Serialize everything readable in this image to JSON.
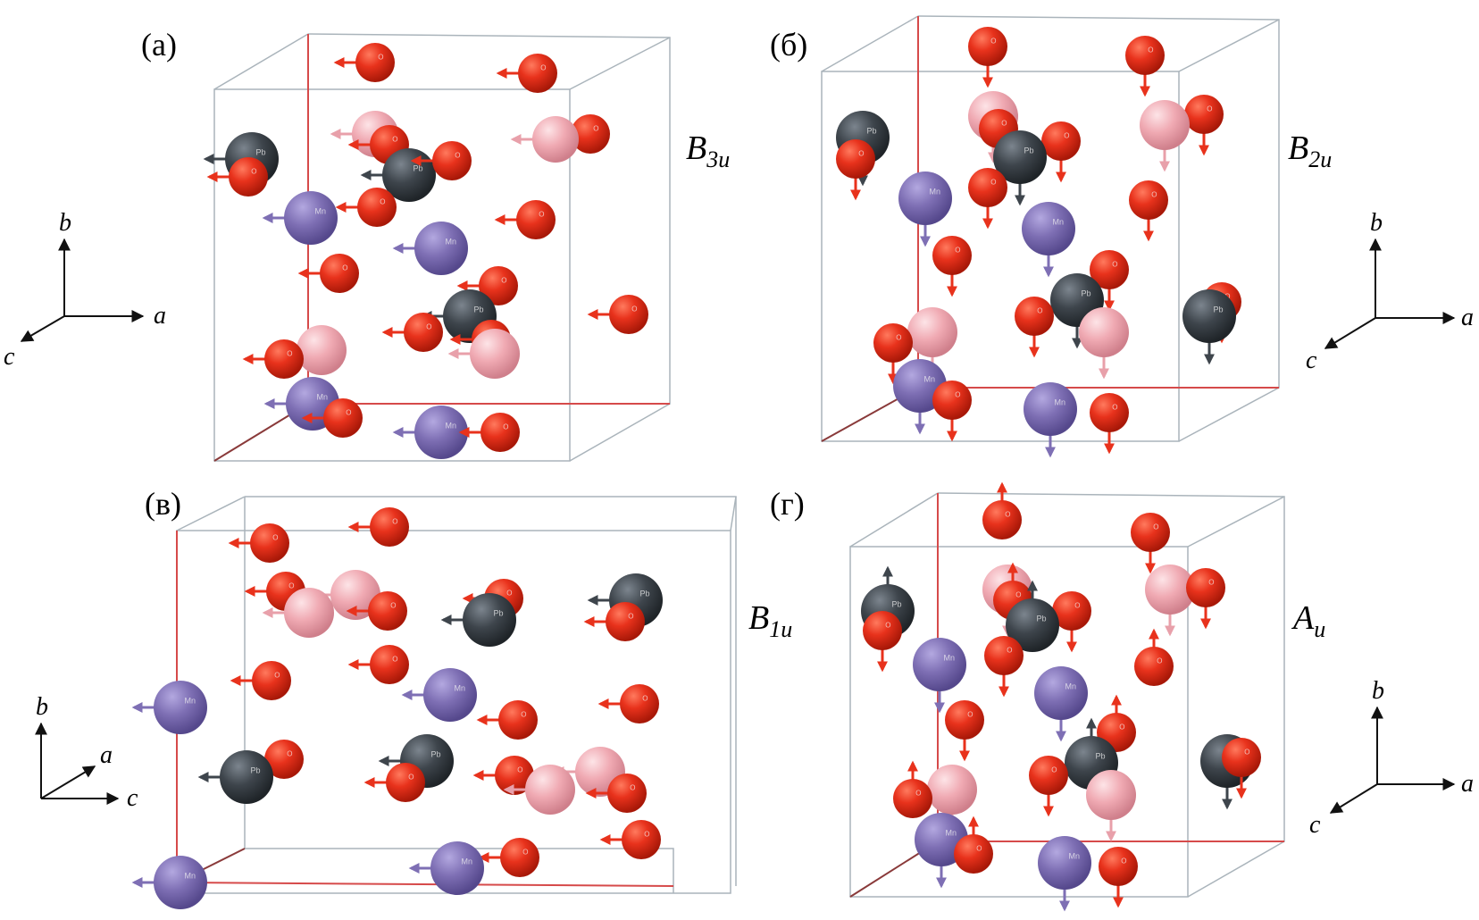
{
  "colors": {
    "O": "#e8321c",
    "Pb": "#3e454c",
    "Mn": "#7e6fb4",
    "pink": "#f0aab3",
    "cell_edge": "#aab4bb",
    "cell_axis": "#d64a4a",
    "axis_arrow": "#111111"
  },
  "atom_text": {
    "O": "O",
    "Pb": "Pb",
    "Mn": "Mn"
  },
  "panels": [
    {
      "id": "a",
      "letter": "(a)",
      "mode_main": "B",
      "mode_sub": "3u",
      "axes": {
        "first": "b",
        "second": "a",
        "third": "c"
      },
      "displacement": "left"
    },
    {
      "id": "b",
      "letter": "(б)",
      "mode_main": "B",
      "mode_sub": "2u",
      "axes": {
        "first": "b",
        "second": "a",
        "third": "c"
      },
      "displacement": "down"
    },
    {
      "id": "c",
      "letter": "(в)",
      "mode_main": "B",
      "mode_sub": "1u",
      "axes": {
        "first": "b",
        "second": "a",
        "third": "c"
      },
      "displacement": "left"
    },
    {
      "id": "d",
      "letter": "(г)",
      "mode_main": "A",
      "mode_sub": "u",
      "axes": {
        "first": "b",
        "second": "a",
        "third": "c"
      },
      "displacement": "mixed"
    }
  ]
}
